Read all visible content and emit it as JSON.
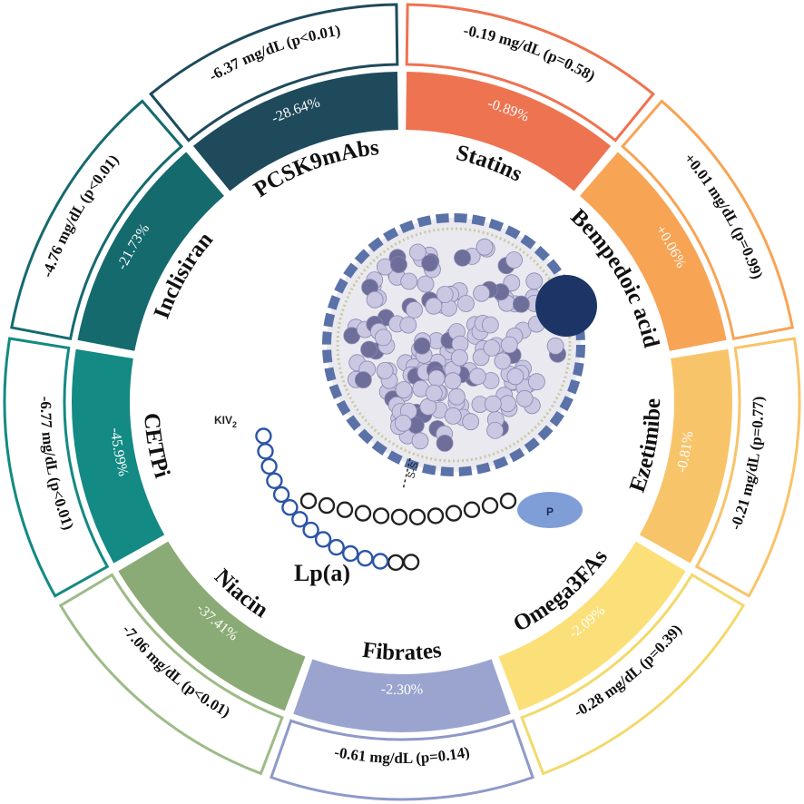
{
  "center": {
    "molecule_label": "Lp(a)",
    "kiv_label": "KIV",
    "kiv_subscript": "2",
    "ss_label": "S-S",
    "p_label": "P"
  },
  "drugs": [
    {
      "name": "PCSK9mAbs",
      "percent": "-28.64%",
      "effect": "-6.37 mg/dL",
      "p": "(p<0.01)",
      "color": "#1e4a5c",
      "border": "#1e4a5c"
    },
    {
      "name": "Statins",
      "percent": "-0.89%",
      "effect": "-0.19 mg/dL",
      "p": "(p=0.58)",
      "color": "#ee7350",
      "border": "#ee7350"
    },
    {
      "name": "Bempedoic acid",
      "percent": "+0.06%",
      "effect": "+0.01 mg/dL",
      "p": "(p=0.99)",
      "color": "#f7a455",
      "border": "#f7a455"
    },
    {
      "name": "Ezetimibe",
      "percent": "-0.81%",
      "effect": "-0.21 mg/dL",
      "p": "(p=0.77)",
      "color": "#f8c46a",
      "border": "#f8c46a"
    },
    {
      "name": "Omega3FAs",
      "percent": "-2.09%",
      "effect": "-0.28 mg/dL",
      "p": "(p=0.39)",
      "color": "#fbe07a",
      "border": "#f3d96a"
    },
    {
      "name": "Fibrates",
      "percent": "-2.30%",
      "effect": "-0.61 mg/dL",
      "p": "(p=0.14)",
      "color": "#9aa4cf",
      "border": "#8f99c8"
    },
    {
      "name": "Niacin",
      "percent": "-37.41%",
      "effect": "-7.06 mg/dL",
      "p": "(p<0.01)",
      "color": "#8aab75",
      "border": "#9dbb88"
    },
    {
      "name": "CETPi",
      "percent": "-45.99%",
      "effect": "-6.77 mg/dL",
      "p": "(p<0.01)",
      "color": "#138a83",
      "border": "#138a83"
    },
    {
      "name": "Inclisiran",
      "percent": "-21.73%",
      "effect": "-4.76 mg/dL",
      "p": "(p<0.01)",
      "color": "#156a6e",
      "border": "#156a6e"
    }
  ]
}
